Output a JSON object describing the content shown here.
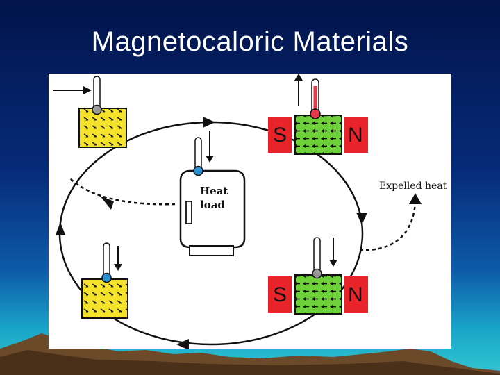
{
  "slide": {
    "title": "Magnetocaloric Materials"
  },
  "diagram": {
    "heat_load_line1": "Heat",
    "heat_load_line2": "load",
    "expelled_heat_label": "Expelled heat",
    "magnet_south_label": "S",
    "magnet_north_label": "N"
  },
  "colors": {
    "slide_background_top": "#02144a",
    "slide_background_bottom": "#33c6cf",
    "demagnetized_material": "#f5e22a",
    "magnetized_material": "#6fd13a",
    "magnet_pole": "#e8232a",
    "hot_thermometer_bulb": "#e23a4a",
    "cold_thermometer_bulb": "#2a8fd0"
  },
  "icons": [
    "thermometer-icon",
    "arrow-icon",
    "magnet-icon",
    "tank-icon"
  ]
}
